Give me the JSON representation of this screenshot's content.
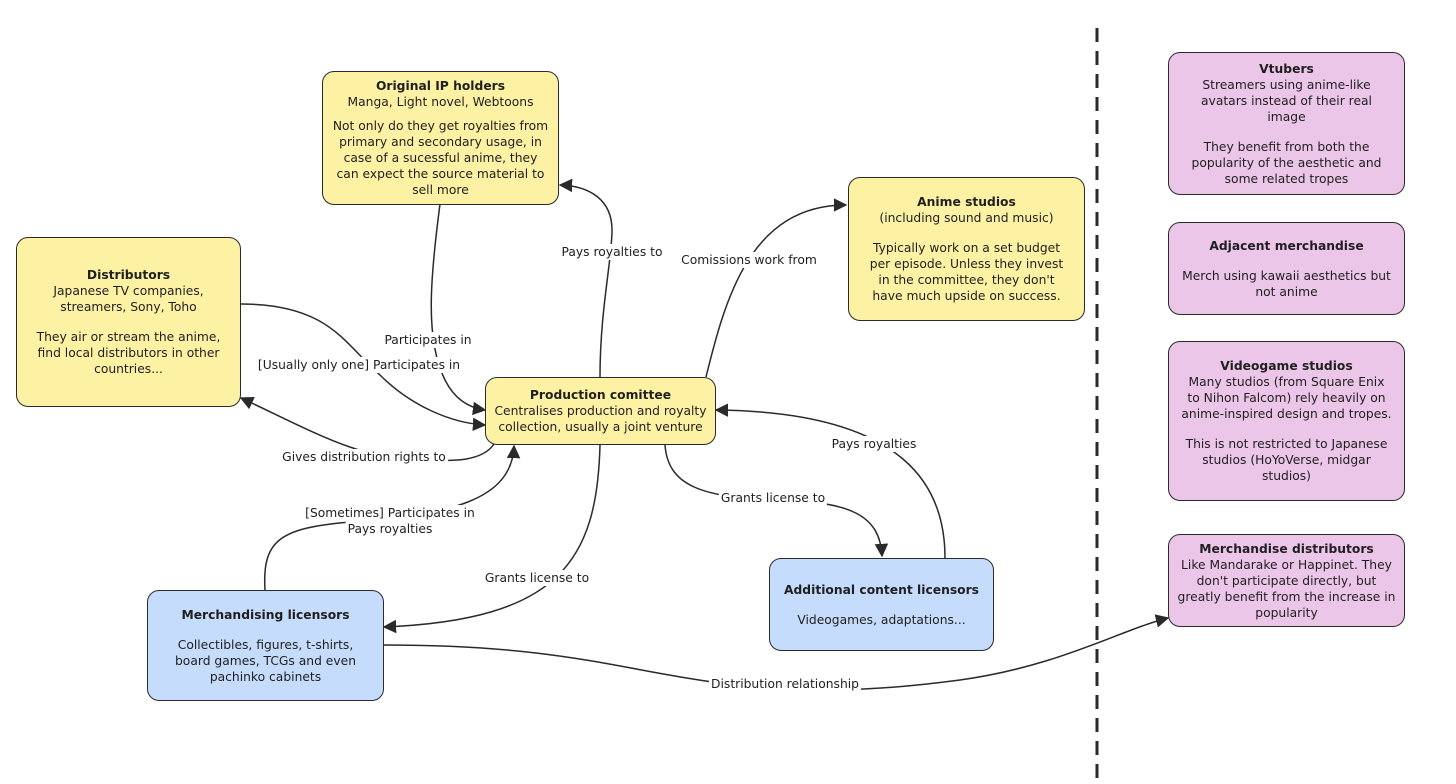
{
  "nodes": {
    "ip_holders": {
      "title": "Original IP holders",
      "sub": "Manga, Light novel, Webtoons",
      "body": "Not only do they get royalties from primary and secondary usage, in case of a sucessful anime, they can expect the source material to sell more"
    },
    "distributors": {
      "title": "Distributors",
      "sub": "Japanese TV companies, streamers, Sony, Toho",
      "body": "They air or stream the anime, find local distributors in other countries..."
    },
    "production": {
      "title": "Production comittee",
      "sub": "Centralises production and royalty collection, usually a joint venture"
    },
    "studios": {
      "title": "Anime studios",
      "sub": "(including sound and music)",
      "body": "Typically work on a set budget per episode. Unless they invest in the committee, they don't have much upside on success."
    },
    "merch_licensors": {
      "title": "Merchandising licensors",
      "body": "Collectibles, figures, t-shirts, board games, TCGs and even pachinko cabinets"
    },
    "content_licensors": {
      "title": "Additional content licensors",
      "body": "Videogames, adaptations..."
    },
    "vtubers": {
      "title": "Vtubers",
      "sub": "Streamers using anime-like avatars instead of their real image",
      "body": "They benefit from both the popularity of the aesthetic and some related tropes"
    },
    "adjacent": {
      "title": "Adjacent merchandise",
      "body": "Merch using kawaii aesthetics but not anime"
    },
    "videogame": {
      "title": "Videogame studios",
      "sub": "Many studios (from Square Enix to Nihon Falcom) rely heavily on anime-inspired design and tropes.",
      "body": "This is not restricted to Japanese studios (HoYoVerse, midgar studios)"
    },
    "merch_distributors": {
      "title": "Merchandise distributors",
      "sub": "Like Mandarake or Happinet. They don't participate directly, but greatly benefit from the increase in popularity"
    }
  },
  "edges": {
    "pays_royalties_to": "Pays royalties to",
    "comissions_work_from": "Comissions work from",
    "participates_in": "Participates in",
    "usually_only_one": "[Usually only one] Participates in",
    "gives_distribution": "Gives distribution rights to",
    "pays_royalties": "Pays royalties",
    "grants_license_content": "Grants license to",
    "sometimes_participates": "[Sometimes] Participates in",
    "sometimes_pays": "Pays royalties",
    "grants_license_merch": "Grants license to",
    "distribution_relationship": "Distribution relationship"
  },
  "colors": {
    "primary_node": "#fdf1a4",
    "licensor_node": "#c6dcfc",
    "adjacent_node": "#ecc6e8",
    "line": "#2a2a2a"
  }
}
